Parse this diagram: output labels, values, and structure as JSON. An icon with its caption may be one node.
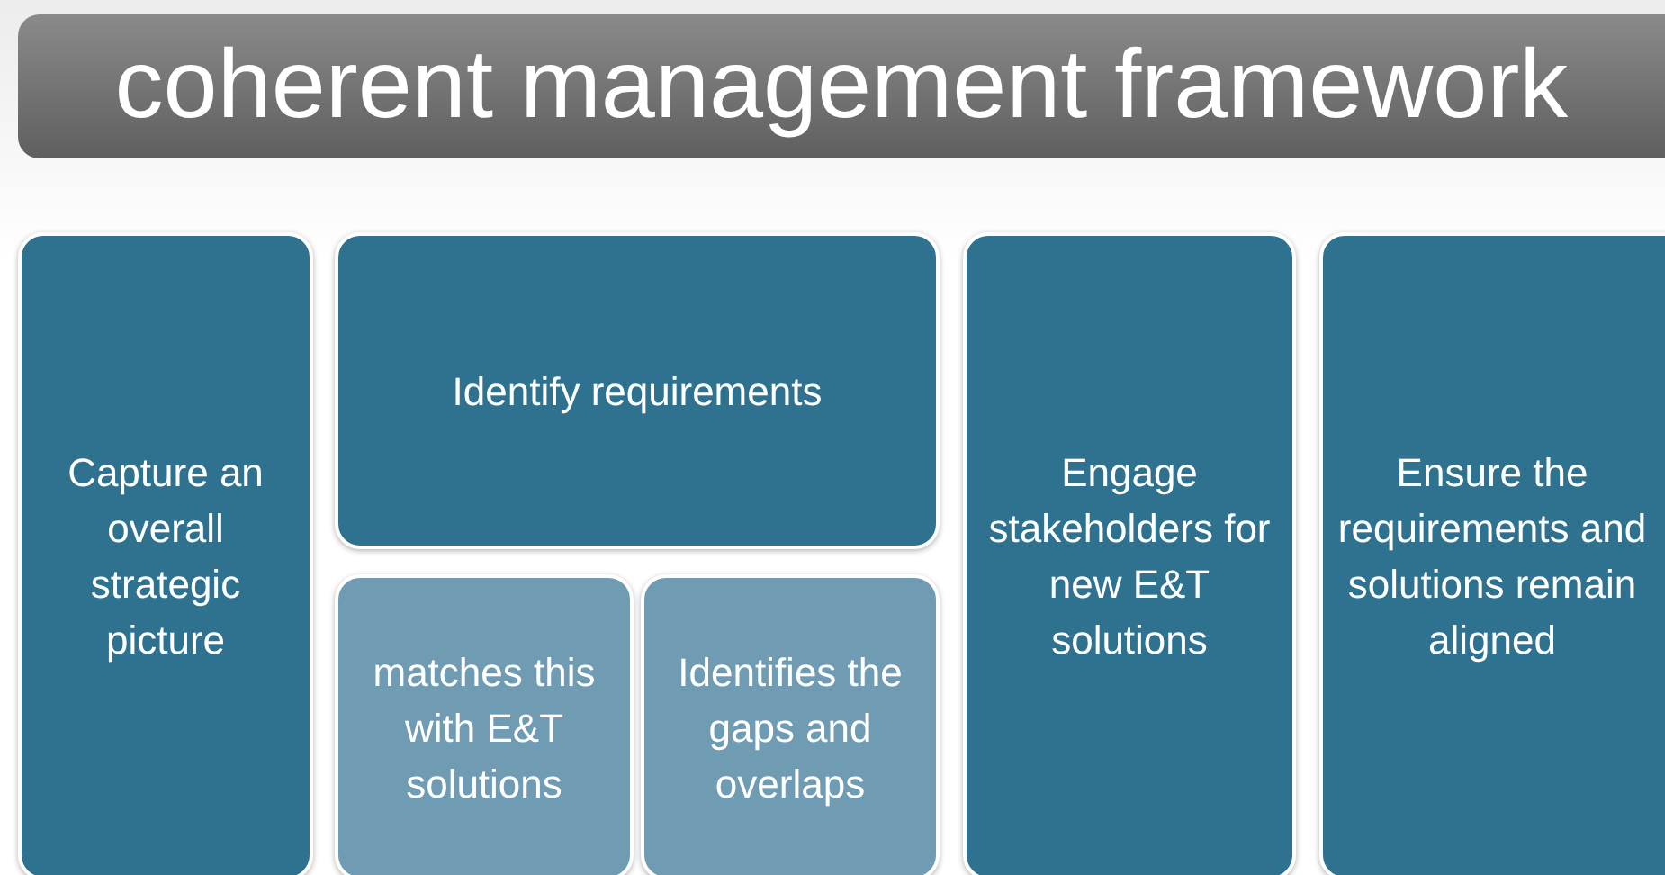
{
  "diagram": {
    "title": "coherent management framework",
    "nodes": [
      {
        "text": [
          "Capture an overall strategic picture"
        ]
      },
      {
        "text": [
          "Identify requirements"
        ]
      },
      {
        "text": [
          "matches this with E&T solutions"
        ]
      },
      {
        "text": [
          "Identifies the gaps and overlaps"
        ]
      },
      {
        "text": [
          "Engage stakeholders for new E&T solutions"
        ]
      },
      {
        "text": [
          "Ensure the requirements and solutions remain aligned"
        ]
      }
    ],
    "edges": []
  }
}
